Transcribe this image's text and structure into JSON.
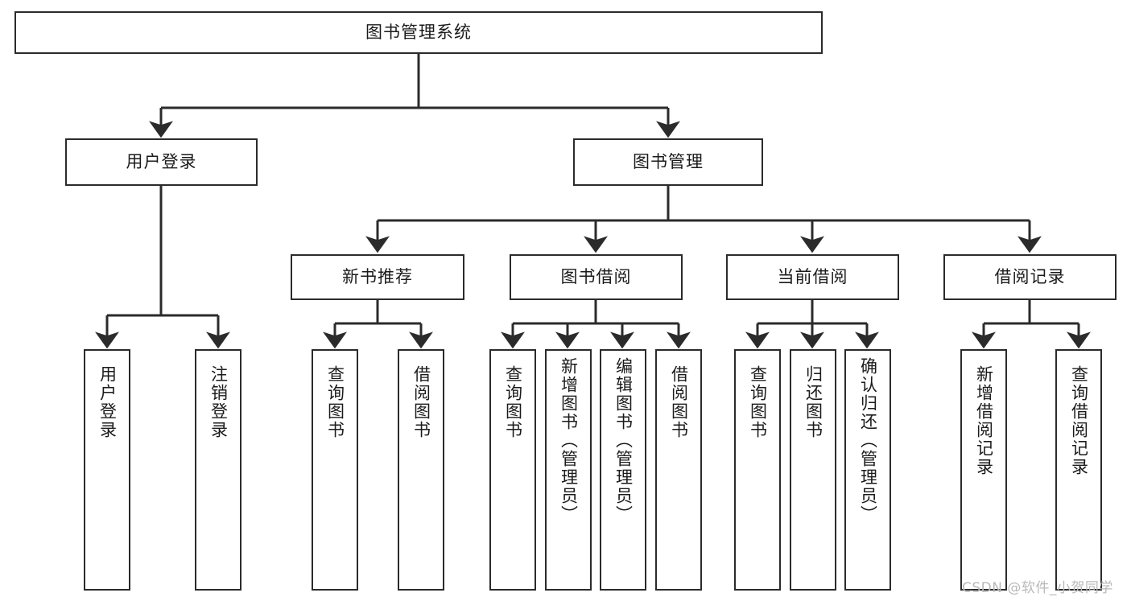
{
  "diagram": {
    "title": "图书管理系统",
    "watermark": "CSDN @软件_小贺同学",
    "colors": {
      "stroke": "#2b2b2b",
      "fill": "#ffffff",
      "text": "#1b1b1b",
      "watermark": "#b9b9b9"
    },
    "root": {
      "label": "图书管理系统"
    },
    "level2": [
      {
        "label": "用户登录"
      },
      {
        "label": "图书管理"
      }
    ],
    "level3": [
      {
        "label": "新书推荐"
      },
      {
        "label": "图书借阅"
      },
      {
        "label": "当前借阅"
      },
      {
        "label": "借阅记录"
      }
    ],
    "leaves": [
      {
        "label": "用户登录",
        "parent": "用户登录"
      },
      {
        "label": "注销登录",
        "parent": "用户登录"
      },
      {
        "label": "查询图书",
        "parent": "新书推荐"
      },
      {
        "label": "借阅图书",
        "parent": "新书推荐"
      },
      {
        "label": "查询图书",
        "parent": "图书借阅"
      },
      {
        "label": "新增图书（管理员）",
        "parent": "图书借阅"
      },
      {
        "label": "编辑图书（管理员）",
        "parent": "图书借阅"
      },
      {
        "label": "借阅图书",
        "parent": "图书借阅"
      },
      {
        "label": "查询图书",
        "parent": "当前借阅"
      },
      {
        "label": "归还图书",
        "parent": "当前借阅"
      },
      {
        "label": "确认归还（管理员）",
        "parent": "当前借阅"
      },
      {
        "label": "新增借阅记录",
        "parent": "借阅记录"
      },
      {
        "label": "查询借阅记录",
        "parent": "借阅记录"
      }
    ]
  }
}
